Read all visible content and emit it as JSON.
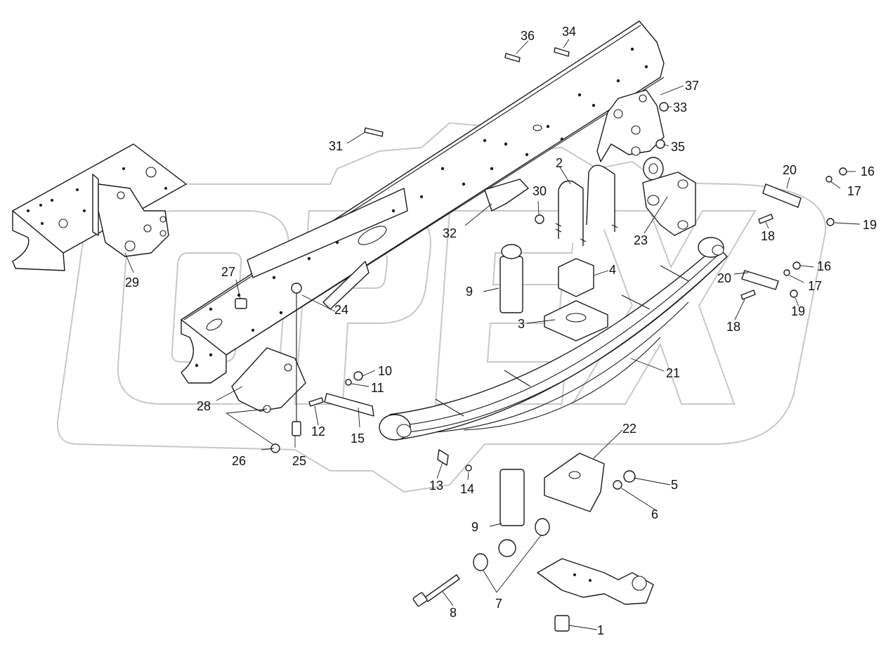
{
  "watermark": {
    "text": "OPEX",
    "color": "#c8c8c8"
  },
  "corner_mark": "",
  "callouts": [
    {
      "id": "c1",
      "label": "1"
    },
    {
      "id": "c2",
      "label": "2"
    },
    {
      "id": "c3",
      "label": "3"
    },
    {
      "id": "c4",
      "label": "4"
    },
    {
      "id": "c5",
      "label": "5"
    },
    {
      "id": "c6",
      "label": "6"
    },
    {
      "id": "c7",
      "label": "7"
    },
    {
      "id": "c8",
      "label": "8"
    },
    {
      "id": "c9a",
      "label": "9"
    },
    {
      "id": "c9b",
      "label": "9"
    },
    {
      "id": "c10",
      "label": "10"
    },
    {
      "id": "c11",
      "label": "11"
    },
    {
      "id": "c12",
      "label": "12"
    },
    {
      "id": "c13",
      "label": "13"
    },
    {
      "id": "c14",
      "label": "14"
    },
    {
      "id": "c15",
      "label": "15"
    },
    {
      "id": "c16a",
      "label": "16"
    },
    {
      "id": "c16b",
      "label": "16"
    },
    {
      "id": "c17a",
      "label": "17"
    },
    {
      "id": "c17b",
      "label": "17"
    },
    {
      "id": "c18a",
      "label": "18"
    },
    {
      "id": "c18b",
      "label": "18"
    },
    {
      "id": "c19a",
      "label": "19"
    },
    {
      "id": "c19b",
      "label": "19"
    },
    {
      "id": "c20a",
      "label": "20"
    },
    {
      "id": "c20b",
      "label": "20"
    },
    {
      "id": "c21",
      "label": "21"
    },
    {
      "id": "c22",
      "label": "22"
    },
    {
      "id": "c23",
      "label": "23"
    },
    {
      "id": "c24",
      "label": "24"
    },
    {
      "id": "c25",
      "label": "25"
    },
    {
      "id": "c26",
      "label": "26"
    },
    {
      "id": "c27",
      "label": "27"
    },
    {
      "id": "c28",
      "label": "28"
    },
    {
      "id": "c29",
      "label": "29"
    },
    {
      "id": "c30",
      "label": "30"
    },
    {
      "id": "c31",
      "label": "31"
    },
    {
      "id": "c32",
      "label": "32"
    },
    {
      "id": "c33",
      "label": "33"
    },
    {
      "id": "c34",
      "label": "34"
    },
    {
      "id": "c35",
      "label": "35"
    },
    {
      "id": "c36",
      "label": "36"
    },
    {
      "id": "c37",
      "label": "37"
    }
  ]
}
